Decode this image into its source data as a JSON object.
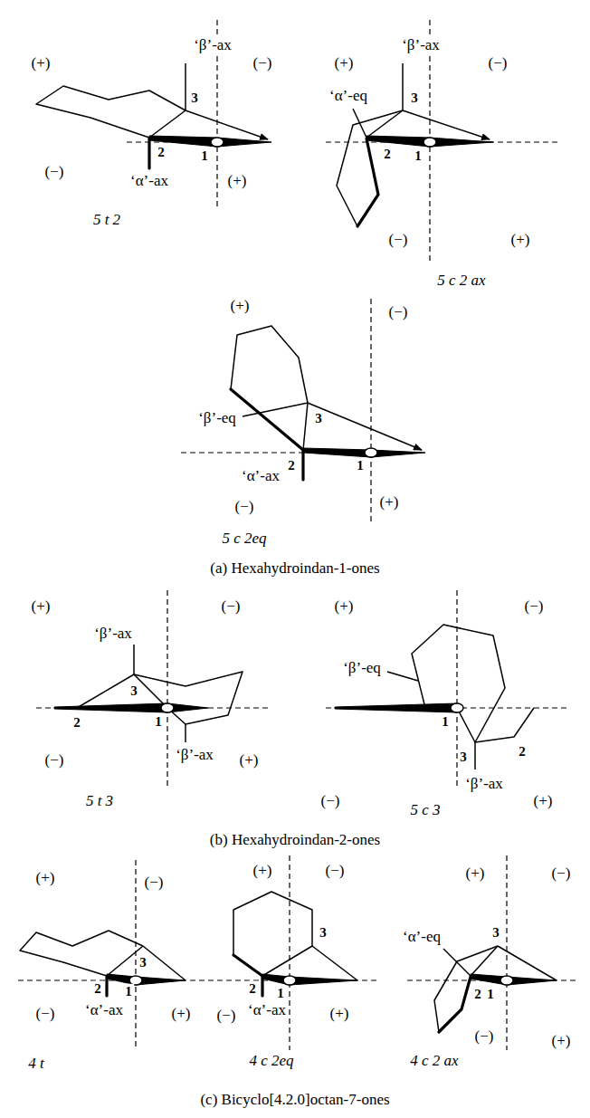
{
  "diagram": {
    "labels": [
      "(+)",
      "‘β’-ax",
      "(−)",
      "3",
      "2",
      "1",
      "(−)",
      "‘α’-ax",
      "(+)",
      "5 t 2",
      "(+)",
      "‘β’-ax",
      "(−)",
      "‘α’-eq",
      "3",
      "2",
      "1",
      "(−)",
      "(+)",
      "5 c 2 ax",
      "(+)",
      "(−)",
      "‘β’-eq",
      "3",
      "2",
      "1",
      "‘α’-ax",
      "(−)",
      "(+)",
      "5 c 2eq",
      "(a) Hexahydroindan-1-ones",
      "(+)",
      "‘β’-ax",
      "(−)",
      "3",
      "2",
      "1",
      "(−)",
      "‘β’-ax",
      "(+)",
      "5 t 3",
      "(+)",
      "‘β’-eq",
      "(−)",
      "1",
      "3",
      "2",
      "‘β’-ax",
      "(−)",
      "5 c 3",
      "(+)",
      "(b) Hexahydroindan-2-ones",
      "(+)",
      "(−)",
      "3",
      "2",
      "1",
      "‘α’-ax",
      "(−)",
      "(+)",
      "4 t",
      "(+)",
      "(−)",
      "3",
      "2",
      "1",
      "‘α’-ax",
      "(−)",
      "(+)",
      "4 c 2eq",
      "(+)",
      "(−)",
      "‘α’-eq",
      "3",
      "2",
      "1",
      "(−)",
      "(+)",
      "4 c 2 ax",
      "(c) Bicyclo[4.2.0]octan-7-ones"
    ]
  }
}
